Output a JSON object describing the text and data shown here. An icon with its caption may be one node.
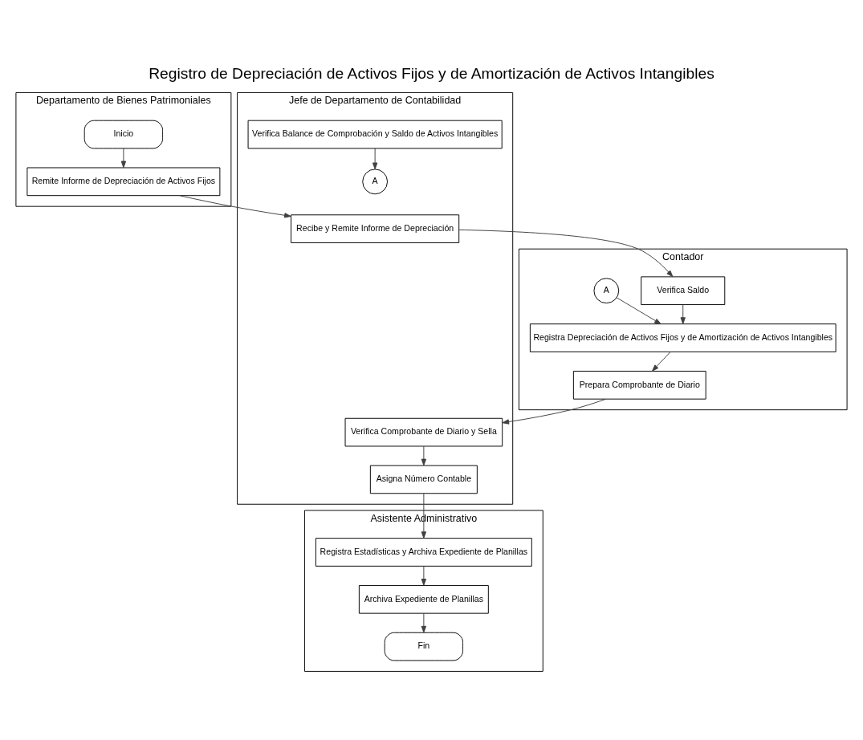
{
  "diagram": {
    "title": "Registro de Depreciación de Activos Fijos y de Amortización de Activos Intangibles",
    "nodes": [
      {
        "text": [
          "Departamento de Bienes Patrimoniales"
        ]
      },
      {
        "text": [
          "Inicio"
        ],
        "in": 0
      },
      {
        "text": [
          "Remite Informe de Depreciación de Activos Fijos"
        ],
        "in": 0
      },
      {
        "text": [
          "Jefe de Departamento de Contabilidad"
        ]
      },
      {
        "text": [
          "Recibe y Remite Informe de Depreciación"
        ],
        "in": 3
      },
      {
        "text": [
          "A"
        ],
        "in": 3
      },
      {
        "text": [
          "Verifica Balance de Comprobación y Saldo de Activos Intangibles"
        ],
        "in": 3
      },
      {
        "text": [
          "Verifica Comprobante de Diario y Sella"
        ],
        "in": 3
      },
      {
        "text": [
          "Asigna Número Contable"
        ],
        "in": 3
      },
      {
        "text": [
          "Contador"
        ]
      },
      {
        "text": [
          "Verifica Saldo"
        ],
        "in": 9
      },
      {
        "text": [
          "A"
        ],
        "in": 9
      },
      {
        "text": [
          "Registra Depreciación de Activos Fijos y de Amortización de Activos Intangibles"
        ],
        "in": 9
      },
      {
        "text": [
          "Prepara Comprobante de Diario"
        ],
        "in": 9
      },
      {
        "text": [
          "Asistente Administrativo"
        ]
      },
      {
        "text": [
          "Registra Estadísticas y Archiva Expediente de Planillas"
        ],
        "in": 14
      },
      {
        "text": [
          "Archiva Expediente de Planillas"
        ],
        "in": 14
      },
      {
        "text": [
          "Fin"
        ],
        "in": 14
      }
    ],
    "edges": [
      {
        "from": 1,
        "to": 2,
        "arrow": "to"
      },
      {
        "from": 2,
        "to": 4,
        "arrow": "to"
      },
      {
        "from": 4,
        "to": 10,
        "arrow": "to"
      },
      {
        "from": 10,
        "to": 12,
        "arrow": "to"
      },
      {
        "from": 6,
        "to": 5,
        "arrow": "to"
      },
      {
        "from": 11,
        "to": 12,
        "arrow": "to"
      },
      {
        "from": 12,
        "to": 13,
        "arrow": "to"
      },
      {
        "from": 13,
        "to": 7,
        "arrow": "to"
      },
      {
        "from": 7,
        "to": 8,
        "arrow": "to"
      },
      {
        "from": 8,
        "to": 15,
        "arrow": "to"
      },
      {
        "from": 15,
        "to": 16,
        "arrow": "to"
      },
      {
        "from": 16,
        "to": 17,
        "arrow": "to"
      }
    ]
  }
}
